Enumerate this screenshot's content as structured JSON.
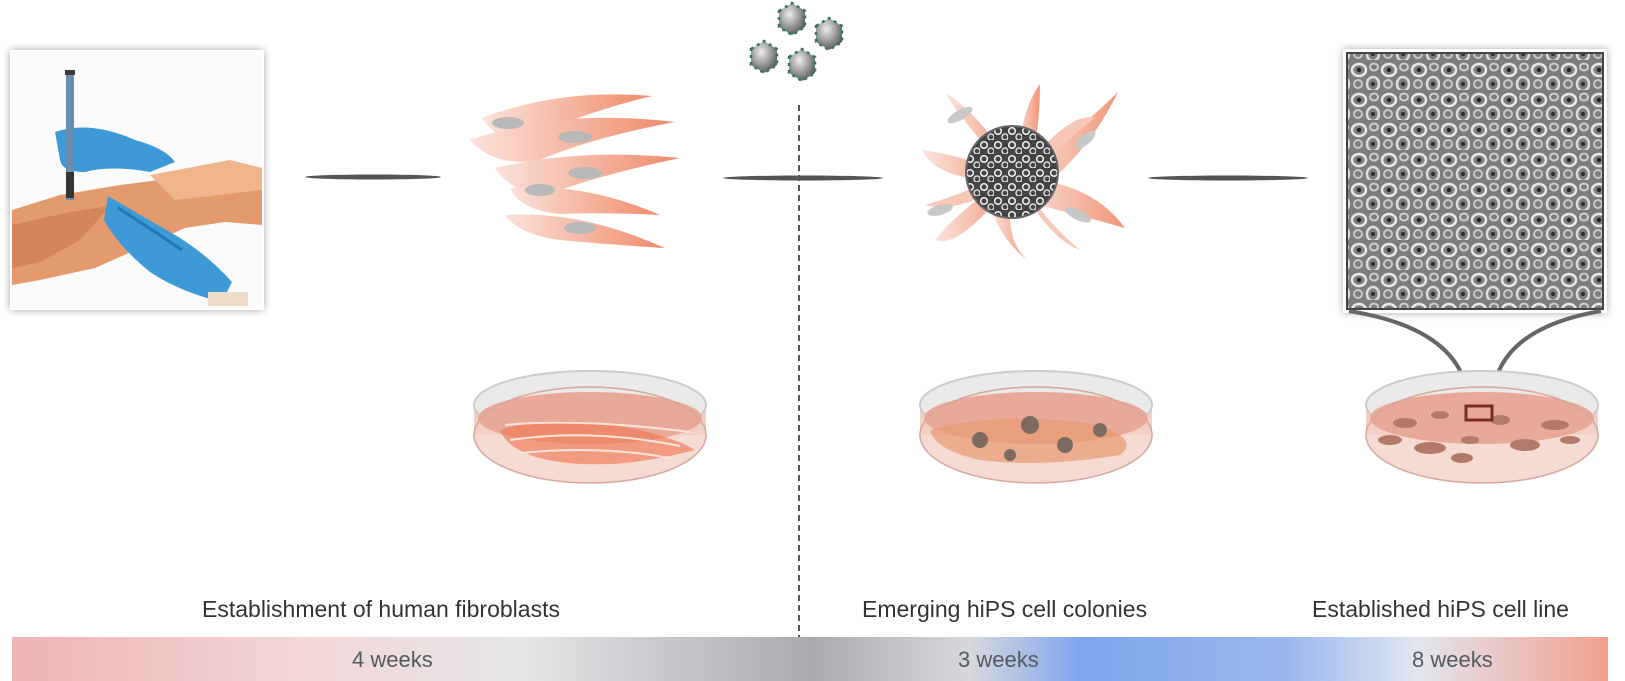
{
  "stages": [
    {
      "label": "Establishment of human fibroblasts"
    },
    {
      "label": "Emerging hiPS cell colonies"
    },
    {
      "label": "Established hiPS cell line"
    }
  ],
  "timeline": {
    "segments": [
      {
        "duration": "4 weeks"
      },
      {
        "duration": "3 weeks"
      },
      {
        "duration": "8 weeks"
      }
    ],
    "colors": {
      "start": "#eeb4b6",
      "middle": "#a9abb0",
      "blue": "#7fa5ee",
      "end": "#f2a08c"
    }
  },
  "icons": [
    "skin-biopsy-photo",
    "fibroblast-cells-icon",
    "reprogramming-factors-icon",
    "emerging-colony-icon",
    "hips-micrograph-icon",
    "petri-dish-icon"
  ]
}
